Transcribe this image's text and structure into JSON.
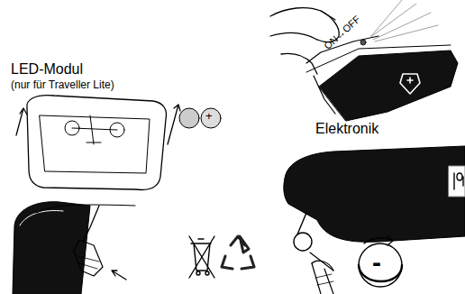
{
  "diagram": {
    "labels": [
      "ON↔OFF",
      "LED-Modul",
      "(nur für Traveller Lite)",
      "Elektronik",
      "+",
      "-"
    ]
  }
}
